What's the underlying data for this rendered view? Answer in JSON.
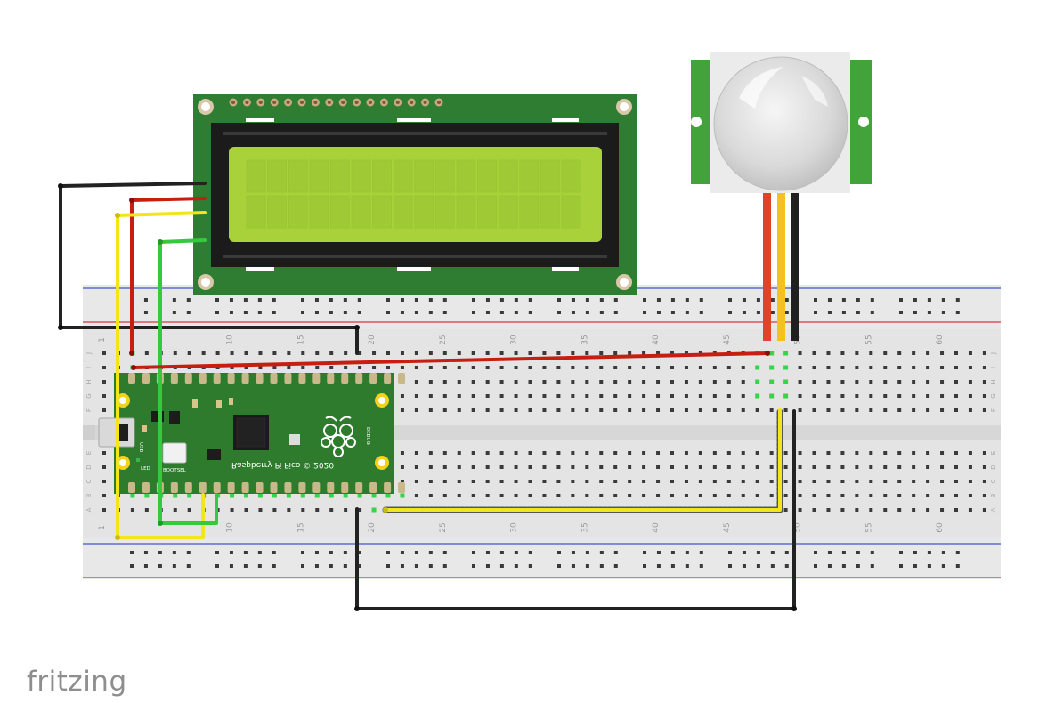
{
  "app": {
    "logo_text": "fritzing"
  },
  "breadboard": {
    "column_numbers": [
      "1",
      "10",
      "15",
      "20",
      "25",
      "30",
      "35",
      "40",
      "45",
      "50",
      "55",
      "60"
    ],
    "column_number_values": [
      1,
      10,
      15,
      20,
      25,
      30,
      35,
      40,
      45,
      50,
      55,
      60
    ],
    "top_row_labels": [
      "J",
      "I",
      "H",
      "G",
      "F"
    ],
    "bottom_row_labels": [
      "E",
      "D",
      "C",
      "B",
      "A"
    ]
  },
  "pico": {
    "name_text": "Raspberry Pi Pico © 2020",
    "bootsel_text": "BOOTSEL",
    "led_text": "LED",
    "usb_text": "USB",
    "debug_text": "DEBUG"
  },
  "colors": {
    "wire_black": "#222222",
    "wire_red": "#d62c1a",
    "wire_yellow": "#f2e61b",
    "wire_green": "#35c93f",
    "pcb_green": "#2e7b2e",
    "lcd_board": "#2f7d32",
    "lcd_screen": "#a8d13a",
    "pir_board": "#41a33a",
    "rail_blue": "#3b57c9",
    "rail_red": "#d23c3c"
  }
}
